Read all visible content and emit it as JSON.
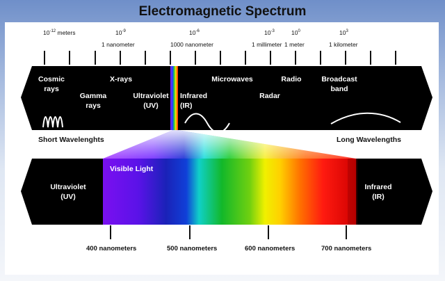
{
  "title": "Electromagnetic Spectrum",
  "scale_labels": {
    "m_base": "10",
    "m_exp": "-12",
    "m_unit": " meters",
    "nm_base": "10",
    "nm_exp": "-9",
    "nm_text": "1 nanometer",
    "um_base": "10",
    "um_exp": "-6",
    "um_text": "1000 nanometer",
    "mm_base": "10",
    "mm_exp": "-3",
    "mm_text": "1 millimeter",
    "one_base": "10",
    "one_exp": "0",
    "one_text": "1 meter",
    "km_base": "10",
    "km_exp": "3",
    "km_text": "1 kilometer"
  },
  "top_band": {
    "cosmic_1": "Cosmic",
    "cosmic_2": "rays",
    "gamma_1": "Gamma",
    "gamma_2": "rays",
    "xrays": "X-rays",
    "uv_1": "Ultraviolet",
    "uv_2": "(UV)",
    "ir_1": "Infrared",
    "ir_2": "(IR)",
    "microwaves": "Microwaves",
    "radar": "Radar",
    "radio": "Radio",
    "broadcast_1": "Broadcast",
    "broadcast_2": "band"
  },
  "short_wavelengths": "Short Wavelenghts",
  "long_wavelengths": "Long Wavelengths",
  "bottom_band": {
    "uv_1": "Ultraviolet",
    "uv_2": "(UV)",
    "visible_light": "Visible Light",
    "ir_1": "Infrared",
    "ir_2": "(IR)"
  },
  "nanometer_labels": [
    "400 nanometers",
    "500 nanometers",
    "600 nanometers",
    "700 nanometers"
  ]
}
